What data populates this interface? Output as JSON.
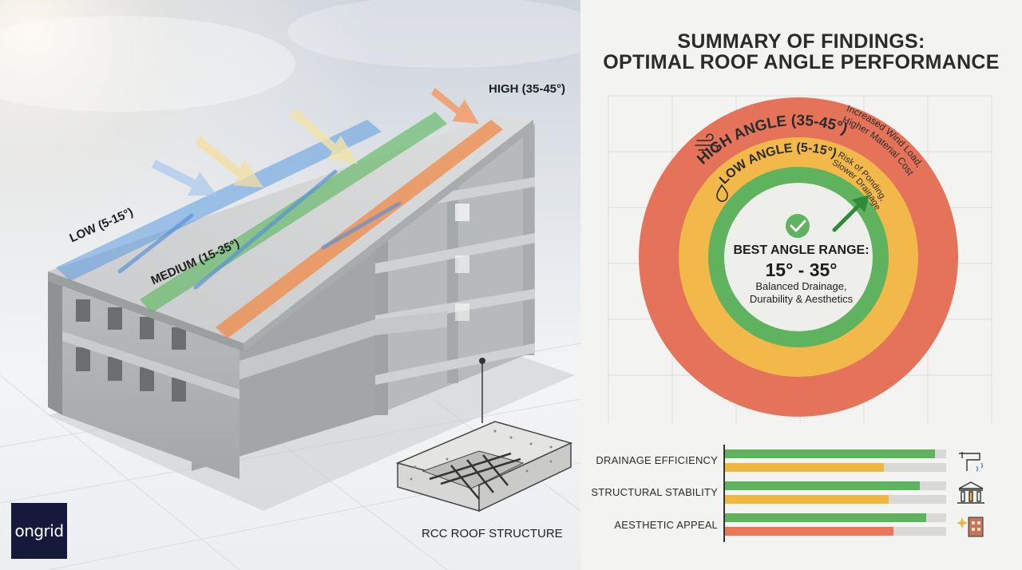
{
  "left": {
    "labels": {
      "low": "LOW (5-15°)",
      "medium": "MEDIUM (15-35°)",
      "high": "HIGH (35-45°)"
    },
    "rcc_caption": "RCC ROOF STRUCTURE",
    "logo_text": "ongrid"
  },
  "right": {
    "title_line1": "SUMMARY OF FINDINGS:",
    "title_line2": "OPTIMAL ROOF ANGLE PERFORMANCE",
    "rings": {
      "outer_label": "HIGH ANGLE (35-45°)",
      "outer_note_1": "Increased Wind Load,",
      "outer_note_2": "Higher Material Cost",
      "middle_label": "LOW ANGLE (5-15°)",
      "middle_note_1": "Risk of Ponding,",
      "middle_note_2": "Slower Drainage",
      "center_heading": "BEST ANGLE RANGE:",
      "center_range": "15° - 35°",
      "center_line1": "Balanced Drainage,",
      "center_line2": "Durability & Aesthetics"
    },
    "metrics": [
      {
        "label": "DRAINAGE EFFICIENCY",
        "green": 0.95,
        "yellow": 0.72,
        "icon": "gutter-drainage-icon"
      },
      {
        "label": "STRUCTURAL STABILITY",
        "green": 0.88,
        "yellow": 0.74,
        "icon": "building-columns-icon"
      },
      {
        "label": "AESTHETIC APPEAL",
        "green": 0.91,
        "orange": 0.76,
        "icon": "sparkle-building-icon"
      }
    ],
    "colors": {
      "green": "#5fb25e",
      "yellow": "#f0b840",
      "orange": "#e9785a",
      "red_ring": "#e5735a",
      "yellow_ring": "#f2b84a"
    }
  }
}
